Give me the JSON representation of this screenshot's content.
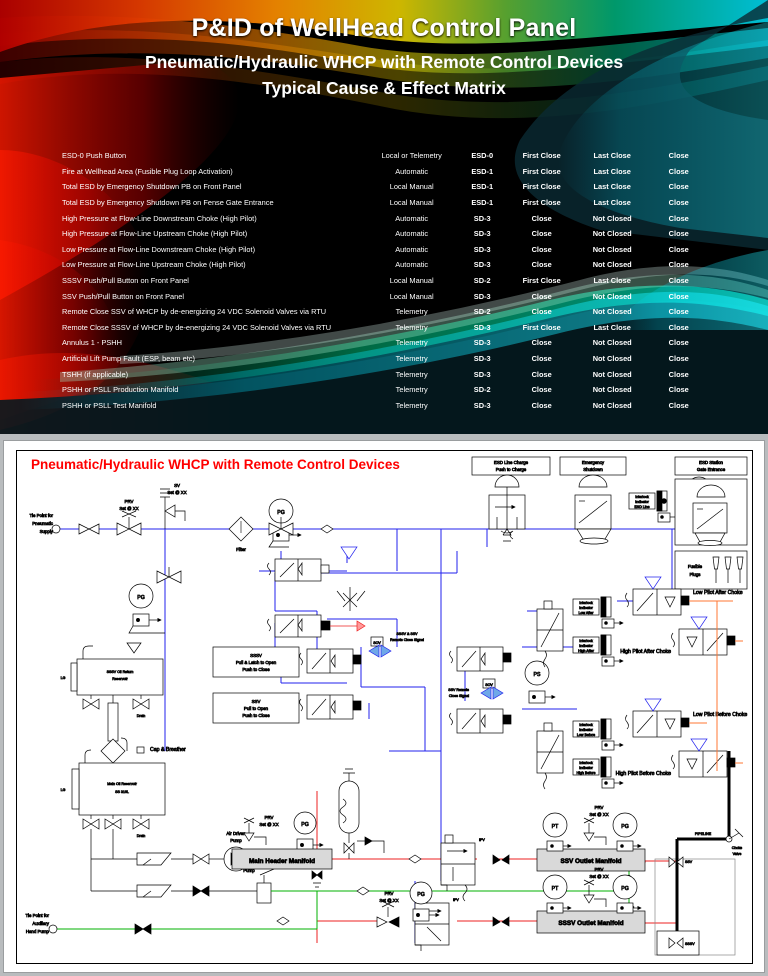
{
  "slide_title": {
    "main": "P&ID of WellHead Control Panel",
    "sub1": "Pneumatic/Hydraulic WHCP with Remote Control Devices",
    "sub2": "Typical Cause & Effect Matrix"
  },
  "matrix": {
    "rows": [
      {
        "cause": "ESD-0 Push Button",
        "detection": "Local or Telemetry",
        "level": "ESD-0",
        "ssv": "First Close",
        "sssv": "Last Close",
        "wing": "Close"
      },
      {
        "cause": "Fire at Wellhead Area (Fusible Plug Loop Activation)",
        "detection": "Automatic",
        "level": "ESD-1",
        "ssv": "First Close",
        "sssv": "Last Close",
        "wing": "Close"
      },
      {
        "cause": "Total ESD by Emergency Shutdown PB on Front Panel",
        "detection": "Local Manual",
        "level": "ESD-1",
        "ssv": "First Close",
        "sssv": "Last Close",
        "wing": "Close"
      },
      {
        "cause": "Total ESD by Emergency Shutdown PB on Fense Gate Entrance",
        "detection": "Local Manual",
        "level": "ESD-1",
        "ssv": "First Close",
        "sssv": "Last Close",
        "wing": "Close"
      },
      {
        "cause": "High Pressure at Flow-Line Downstream Choke (High Pilot)",
        "detection": "Automatic",
        "level": "SD-3",
        "ssv": "Close",
        "sssv": "Not Closed",
        "wing": "Close"
      },
      {
        "cause": "High Pressure at Flow-Line Upstream Choke (High Pilot)",
        "detection": "Automatic",
        "level": "SD-3",
        "ssv": "Close",
        "sssv": "Not Closed",
        "wing": "Close"
      },
      {
        "cause": "Low Pressure at Flow-Line Downstream Choke (High Pilot)",
        "detection": "Automatic",
        "level": "SD-3",
        "ssv": "Close",
        "sssv": "Not Closed",
        "wing": "Close"
      },
      {
        "cause": "Low Pressure at Flow-Line Upstream Choke (High Pilot)",
        "detection": "Automatic",
        "level": "SD-3",
        "ssv": "Close",
        "sssv": "Not Closed",
        "wing": "Close"
      },
      {
        "cause": "SSSV Push/Pull Button on Front Panel",
        "detection": "Local Manual",
        "level": "SD-2",
        "ssv": "First Close",
        "sssv": "Last Close",
        "wing": "Close"
      },
      {
        "cause": "SSV Push/Pull Button on Front Panel",
        "detection": "Local Manual",
        "level": "SD-3",
        "ssv": "Close",
        "sssv": "Not Closed",
        "wing": "Close"
      },
      {
        "cause": "Remote Close SSV of WHCP by de-energizing 24 VDC Solenoid Valves via RTU",
        "detection": "Telemetry",
        "level": "SD-2",
        "ssv": "Close",
        "sssv": "Not Closed",
        "wing": "Close"
      },
      {
        "cause": "Remote Close SSSV of WHCP by de-energizing 24 VDC Solenoid Valves via RTU",
        "detection": "Telemetry",
        "level": "SD-3",
        "ssv": "First Close",
        "sssv": "Last Close",
        "wing": "Close"
      },
      {
        "cause": "Annulus 1 - PSHH",
        "detection": "Telemetry",
        "level": "SD-3",
        "ssv": "Close",
        "sssv": "Not Closed",
        "wing": "Close"
      },
      {
        "cause": "Artificial Lift Pump Fault (ESP, beam etc)",
        "detection": "Telemetry",
        "level": "SD-3",
        "ssv": "Close",
        "sssv": "Not Closed",
        "wing": "Close"
      },
      {
        "cause": "TSHH (if applicable)",
        "detection": "Telemetry",
        "level": "SD-3",
        "ssv": "Close",
        "sssv": "Not Closed",
        "wing": "Close"
      },
      {
        "cause": "PSHH or PSLL Production Manifold",
        "detection": "Telemetry",
        "level": "SD-2",
        "ssv": "Close",
        "sssv": "Not Closed",
        "wing": "Close"
      },
      {
        "cause": "PSHH or PSLL Test Manifold",
        "detection": "Telemetry",
        "level": "SD-3",
        "ssv": "Close",
        "sssv": "Not Closed",
        "wing": "Close"
      }
    ]
  },
  "pid": {
    "title": "Pneumatic/Hydraulic WHCP with Remote Control Devices",
    "tie_pneumatic": "Tie Point for\nPneumatic\nSupply",
    "tie_pneumatic_l1": "Tie Point for",
    "tie_pneumatic_l2": "Pneumatic",
    "tie_pneumatic_l3": "Supply",
    "tie_aux_l1": "Tie Point for",
    "tie_aux_l2": "Auxiliary",
    "tie_aux_l3": "Hand Pump",
    "prv": "PRV",
    "prv_set": "Set @ XX",
    "sv": "SV",
    "sv_set": "Set @ XX",
    "pg": "PG",
    "pt": "PT",
    "ps": "PS",
    "filter": "Filter",
    "esd_line_charge_l1": "ESD Line Charge",
    "esd_line_charge_l2": "Push to Charge",
    "emergency_l1": "Emergency",
    "emergency_l2": "Shutdown",
    "esd_station_l1": "ESD Station",
    "esd_station_l2": "Gate Entrance",
    "fusible_l1": "Fusible",
    "fusible_l2": "Plugs",
    "interlock_esd_l1": "Interlock",
    "interlock_esd_l2": "Indicator",
    "interlock_esd_l3": "ESD Line",
    "interlock_low_after_l3": "Low After",
    "interlock_high_after_l3": "High After",
    "interlock_low_before_l3": "Low Before",
    "interlock_high_before_l3": "High Before",
    "low_pilot_after": "Low Pilot After Choke",
    "high_pilot_after": "High Pilot After Choke",
    "low_pilot_before": "Low Pilot Before Choke",
    "high_pilot_before": "High Pilot Before Choke",
    "sssv_block_l1": "SSSV",
    "sssv_block_l2": "Pull & Latch to Open",
    "sssv_block_l3": "Push to Close",
    "ssv_block_l1": "SSV",
    "ssv_block_l2": "Pull to Open",
    "ssv_block_l3": "Push to Close",
    "sssv_ssv_signal_l1": "SSSV & SSV",
    "sssv_ssv_signal_l2": "Remote Close Signal",
    "ssv_signal_l1": "SSV Remote",
    "ssv_signal_l2": "Close Signal",
    "oil_return_l1": "SSSV Oil Return",
    "oil_return_l2": "Reservoir",
    "main_reservoir_l1": "Main Oil Reservoir",
    "main_reservoir_l2": "SS 316L",
    "cap_breather": "Cap & Breather",
    "lg": "LG",
    "drain": "Drain",
    "air_pump_l1": "Air Driven",
    "air_pump_l2": "Pump",
    "hand_pump_l1": "Hand",
    "hand_pump_l2": "Pump",
    "main_header": "Main Header Manifold",
    "ssv_outlet": "SSV Outlet Manifold",
    "sssv_outlet": "SSSV Outlet Manifold",
    "ipv": "IPV",
    "pipeline": "PIPELINE",
    "choke_l1": "Choke",
    "choke_l2": "Valve",
    "ssv_wh": "SSV",
    "sssv_wh": "SSSV"
  },
  "colors": {
    "pneumatic": "#2222ee",
    "hydraulic_hp": "#ee2020",
    "hydraulic_lp": "#00b000",
    "pilot": "#ff7733",
    "pipeline": "#000000",
    "title_red": "#ff0000"
  }
}
